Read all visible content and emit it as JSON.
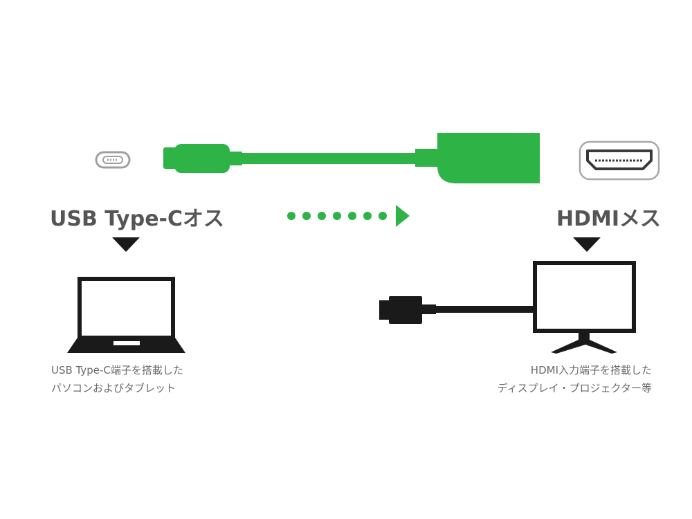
{
  "source": {
    "title": "USB Type-Cオス",
    "caption_lines": [
      "USB Type-C端子を搭載した",
      "パソコンおよびタブレット"
    ],
    "icons": [
      "usb-c-port-icon",
      "laptop-icon"
    ]
  },
  "target": {
    "title": "HDMIメス",
    "caption_lines": [
      "HDMI入力端子を搭載した",
      "ディスプレイ・プロジェクター等"
    ],
    "icons": [
      "hdmi-port-icon",
      "monitor-icon",
      "hdmi-cable-icon"
    ]
  },
  "adapter": {
    "icon": "usb-c-to-hdmi-adapter-icon",
    "color": "#2db346"
  },
  "direction_arrow": {
    "icon": "dotted-arrow-right-icon",
    "dot_count": 7,
    "color": "#2db346"
  },
  "colors": {
    "text": "#555555",
    "device_outline": "#1a1a1a",
    "port_outline": "#a8a8a8"
  }
}
